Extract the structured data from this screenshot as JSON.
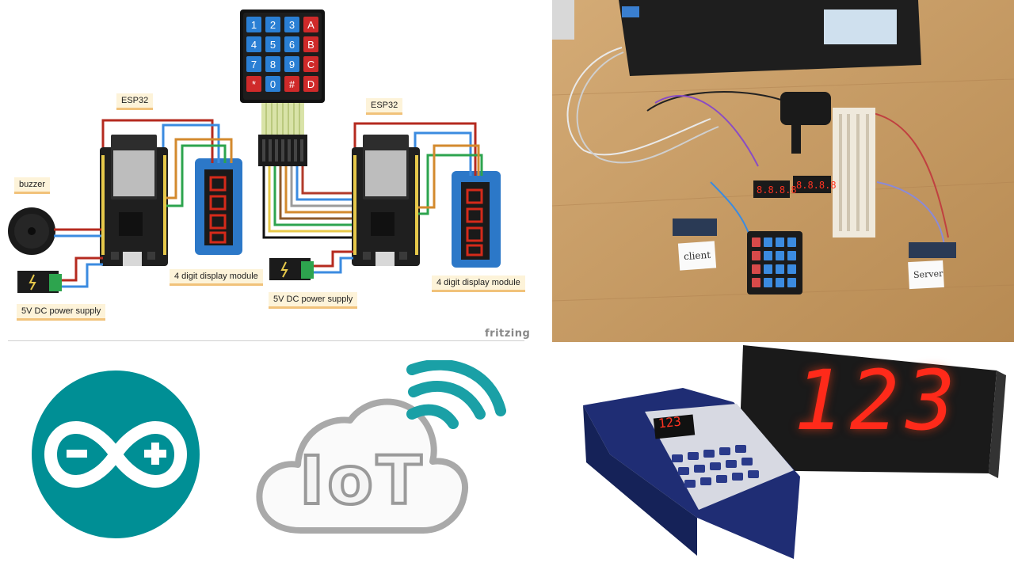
{
  "circuit": {
    "keypad_keys": [
      "1",
      "2",
      "3",
      "A",
      "4",
      "5",
      "6",
      "B",
      "7",
      "8",
      "9",
      "C",
      "*",
      "0",
      "#",
      "D"
    ],
    "labels": {
      "esp32_left": "ESP32",
      "esp32_right": "ESP32",
      "buzzer": "buzzer",
      "power_left": "5V DC power supply",
      "power_right": "5V DC power supply",
      "display_left": "4 digit display module",
      "display_right": "4 digit display module"
    },
    "watermark": "fritzing"
  },
  "photo_labels": {
    "client": "client",
    "server": "Server"
  },
  "logos": {
    "iot": "IoT"
  },
  "queue_display": {
    "big_number": "123",
    "small_number": "123"
  },
  "colors": {
    "arduino_teal": "#008f95",
    "iot_wave": "#1aa0a6",
    "keypad_blue": "#2a7fd4",
    "keypad_red": "#cf2a2a",
    "segment_red": "#ff2a1a",
    "table_wood": "#c9a06a"
  }
}
